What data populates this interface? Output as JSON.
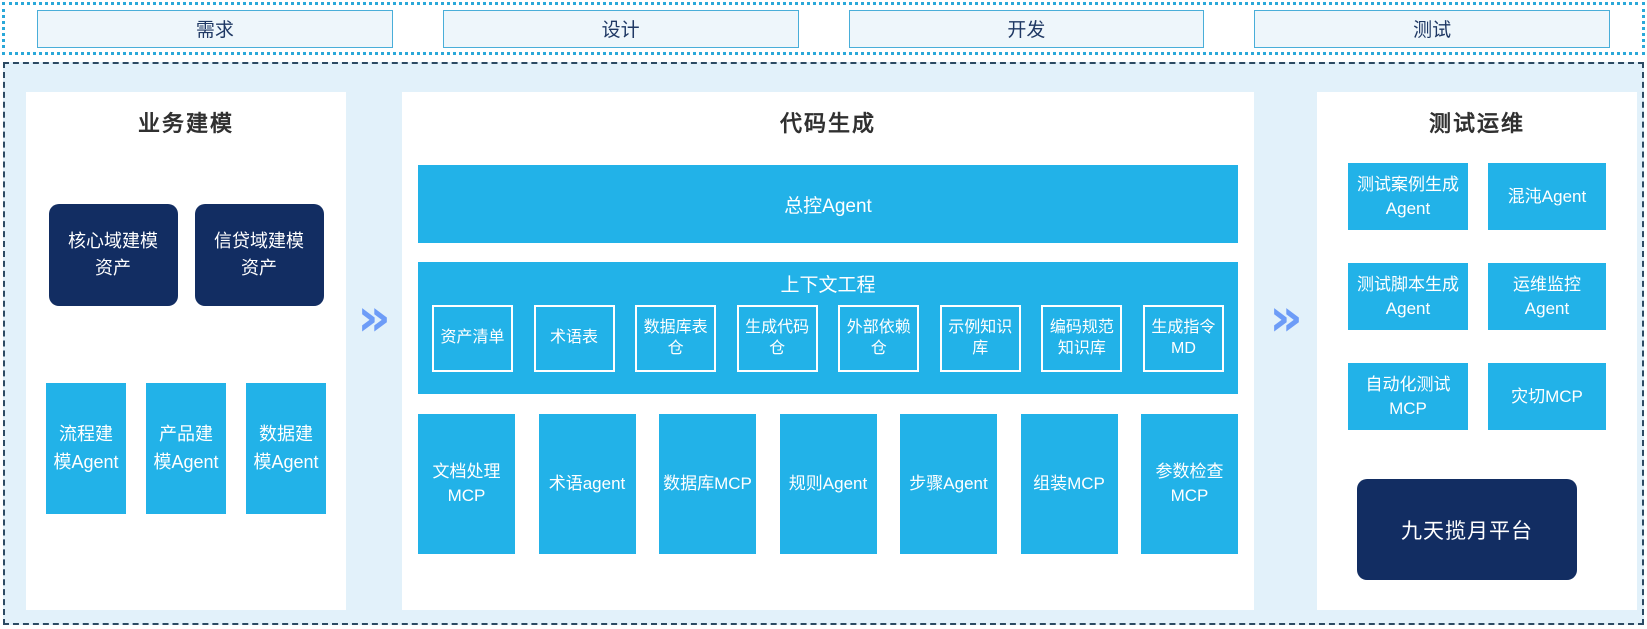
{
  "phases": [
    "需求",
    "设计",
    "开发",
    "测试"
  ],
  "business_modeling": {
    "title": "业务建模",
    "asset_boxes": [
      "核心域建模资产",
      "信贷域建模资产"
    ],
    "agent_boxes": [
      "流程建模Agent",
      "产品建模Agent",
      "数据建模Agent"
    ]
  },
  "code_generation": {
    "title": "代码生成",
    "master_agent": "总控Agent",
    "context_engineering": {
      "title": "上下文工程",
      "items": [
        "资产清单",
        "术语表",
        "数据库表仓",
        "生成代码仓",
        "外部依赖仓",
        "示例知识库",
        "编码规范知识库",
        "生成指令MD"
      ]
    },
    "mcp_row": [
      "文档处理MCP",
      "术语agent",
      "数据库MCP",
      "规则Agent",
      "步骤Agent",
      "组装MCP",
      "参数检查MCP"
    ]
  },
  "test_ops": {
    "title": "测试运维",
    "boxes": [
      "测试案例生成Agent",
      "混沌Agent",
      "测试脚本生成Agent",
      "运维监控Agent",
      "自动化测试MCP",
      "灾切MCP"
    ],
    "platform": "九天揽月平台"
  },
  "arrows": {
    "symbol": "»"
  },
  "colors": {
    "cyan": "#22b2e8",
    "navy": "#122d62",
    "arrow": "#6d9cf7",
    "strip_border": "#2aa8d9",
    "container_border": "#2c4a63",
    "container_bg": "#e2f1fa",
    "phase_border": "#49aed9",
    "phase_text": "#1f3864"
  }
}
